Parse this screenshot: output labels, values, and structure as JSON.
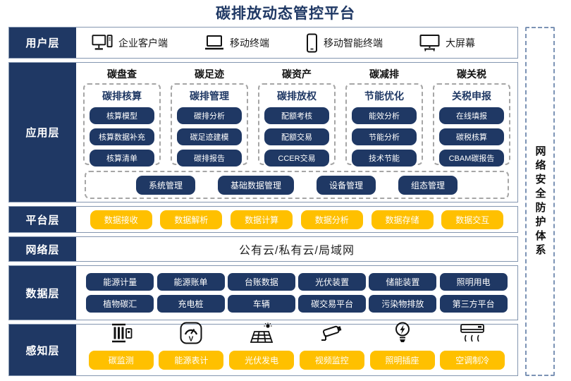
{
  "title": "碳排放动态管控平台",
  "colors": {
    "navy": "#1F3864",
    "yellow": "#FFC000",
    "box_border": "#8496B0",
    "dash_gray": "#A6A6A6"
  },
  "security_sidebar": {
    "label": "网络安全防护体系"
  },
  "layers": {
    "user": {
      "label": "用户层",
      "items": [
        {
          "icon": "desktop-computer-icon",
          "label": "企业客户端"
        },
        {
          "icon": "laptop-icon",
          "label": "移动终端"
        },
        {
          "icon": "smartphone-icon",
          "label": "移动智能终端"
        },
        {
          "icon": "big-screen-icon",
          "label": "大屏幕"
        }
      ]
    },
    "app": {
      "label": "应用层",
      "columns": [
        {
          "header": "碳盘查",
          "group": "碳排核算",
          "items": [
            "核算模型",
            "核算数据补充",
            "核算清单"
          ]
        },
        {
          "header": "碳足迹",
          "group": "碳排管理",
          "items": [
            "碳排分析",
            "碳足迹建模",
            "碳排报告"
          ]
        },
        {
          "header": "碳资产",
          "group": "碳排放权",
          "items": [
            "配额考核",
            "配额交易",
            "CCER交易"
          ]
        },
        {
          "header": "碳减排",
          "group": "节能优化",
          "items": [
            "能效分析",
            "节能分析",
            "技术节能"
          ]
        },
        {
          "header": "碳关税",
          "group": "关税申报",
          "items": [
            "在线填报",
            "碳税核算",
            "CBAM碳报告"
          ]
        }
      ],
      "management": [
        "系统管理",
        "基础数据管理",
        "设备管理",
        "组态管理"
      ]
    },
    "platform": {
      "label": "平台层",
      "items": [
        "数据接收",
        "数据解析",
        "数据计算",
        "数据分析",
        "数据存储",
        "数据交互"
      ]
    },
    "network": {
      "label": "网络层",
      "content": "公有云/私有云/局域网"
    },
    "data": {
      "label": "数据层",
      "rows": [
        [
          "能源计量",
          "能源账单",
          "台账数据",
          "光伏装置",
          "储能装置",
          "照明用电"
        ],
        [
          "植物碳汇",
          "充电桩",
          "车辆",
          "碳交易平台",
          "污染物排放",
          "第三方平台"
        ]
      ]
    },
    "perception": {
      "label": "感知层",
      "items": [
        {
          "icon": "carbon-monitor-icon",
          "label": "碳监测"
        },
        {
          "icon": "energy-meter-icon",
          "label": "能源表计"
        },
        {
          "icon": "solar-panel-icon",
          "label": "光伏发电"
        },
        {
          "icon": "cctv-camera-icon",
          "label": "视频监控"
        },
        {
          "icon": "lightbulb-icon",
          "label": "照明插座"
        },
        {
          "icon": "air-conditioner-icon",
          "label": "空调制冷"
        }
      ]
    }
  }
}
